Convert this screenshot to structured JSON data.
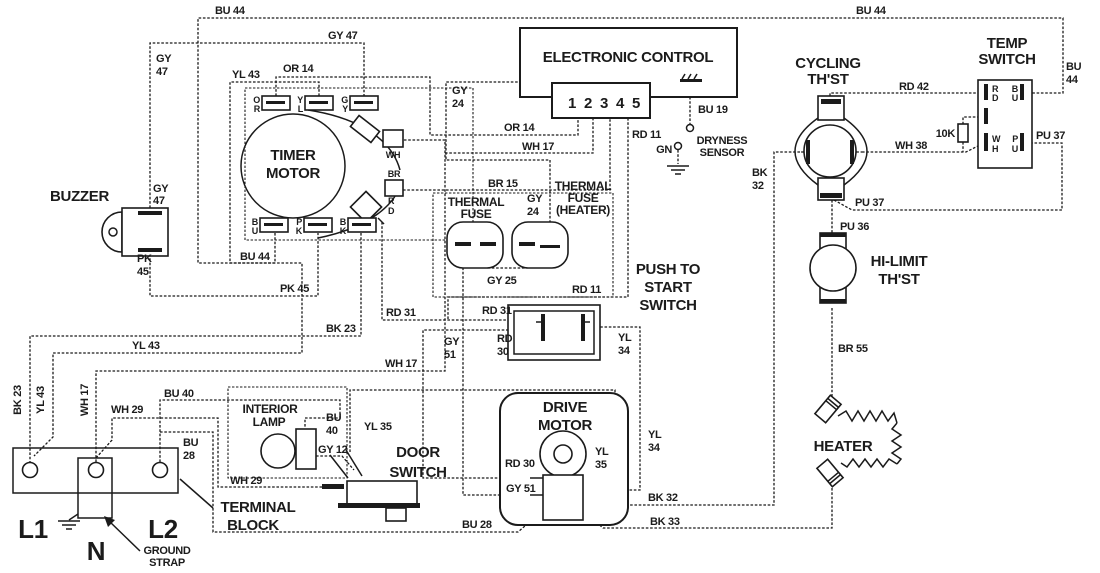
{
  "components": {
    "timer": {
      "line1": "TIMER",
      "line2": "MOTOR",
      "t_or": [
        "O",
        "R"
      ],
      "t_yl": [
        "Y",
        "L"
      ],
      "t_gy": [
        "G",
        "Y"
      ],
      "t_bu": [
        "B",
        "U"
      ],
      "t_pk": [
        "P",
        "K"
      ],
      "t_bk": [
        "B",
        "K"
      ],
      "t_wh": "WH",
      "t_br": "BR",
      "t_rd": [
        "R",
        "D"
      ]
    },
    "ec": {
      "label": "ELECTRONIC CONTROL",
      "pins": [
        "1",
        "2",
        "3",
        "4",
        "5"
      ]
    },
    "dryness": {
      "line1": "DRYNESS",
      "line2": "SENSOR",
      "gn": "GN"
    },
    "buzzer": {
      "label": "BUZZER"
    },
    "fuse1": {
      "line1": "THERMAL",
      "line2": "FUSE"
    },
    "fuse2": {
      "line1": "THERMAL",
      "line2": "FUSE",
      "line3": "(HEATER)"
    },
    "pts": {
      "line1": "PUSH TO",
      "line2": "START",
      "line3": "SWITCH"
    },
    "cycling": {
      "line1": "CYCLING",
      "line2": "TH'ST"
    },
    "temp": {
      "line1": "TEMP",
      "line2": "SWITCH",
      "res": "10K",
      "t_rd": [
        "R",
        "D"
      ],
      "t_bu": [
        "B",
        "U"
      ],
      "t_wh": [
        "W",
        "H"
      ],
      "t_pu": [
        "P",
        "U"
      ]
    },
    "hilimit": {
      "line1": "HI-LIMIT",
      "line2": "TH'ST"
    },
    "heater": {
      "label": "HEATER"
    },
    "motor": {
      "line1": "DRIVE",
      "line2": "MOTOR"
    },
    "door": {
      "line1": "DOOR",
      "line2": "SWITCH"
    },
    "lamp": {
      "line1": "INTERIOR",
      "line2": "LAMP"
    },
    "block": {
      "line1": "TERMINAL",
      "line2": "BLOCK",
      "l1": "L1",
      "n": "N",
      "l2": "L2",
      "gs1": "GROUND",
      "gs2": "STRAP"
    }
  },
  "wires": {
    "bu44": "BU 44",
    "bu44_v": [
      "BU",
      "44"
    ],
    "gy47": "GY 47",
    "gy47_v": [
      "GY",
      "47"
    ],
    "yl43": "YL 43",
    "or14": "OR 14",
    "gy24_v": [
      "GY",
      "24"
    ],
    "wh17": "WH 17",
    "br15": "BR 15",
    "rd11": "RD 11",
    "bu19": "BU 19",
    "rd42": "RD 42",
    "wh38": "WH 38",
    "pu37": "PU 37",
    "pu36": "PU 36",
    "br55": "BR 55",
    "bk32": "BK 32",
    "bk32_v": [
      "BK",
      "32"
    ],
    "bk33": "BK 33",
    "pk45": "PK 45",
    "pk45_v": [
      "PK",
      "45"
    ],
    "bk23": "BK 23",
    "gy25": "GY 25",
    "rd31": "RD 31",
    "rd30": "RD 30",
    "rd30_v": [
      "RD",
      "30"
    ],
    "gy51": "GY 51",
    "gy51_v": [
      "GY",
      "51"
    ],
    "yl34_v": [
      "YL",
      "34"
    ],
    "yl35": "YL 35",
    "yl35_v": [
      "YL",
      "35"
    ],
    "wh29": "WH 29",
    "bu40": "BU 40",
    "bu40_v": [
      "BU",
      "40"
    ],
    "bu28": "BU 28",
    "bu28_v": [
      "BU",
      "28"
    ],
    "gy12": "GY 12"
  }
}
